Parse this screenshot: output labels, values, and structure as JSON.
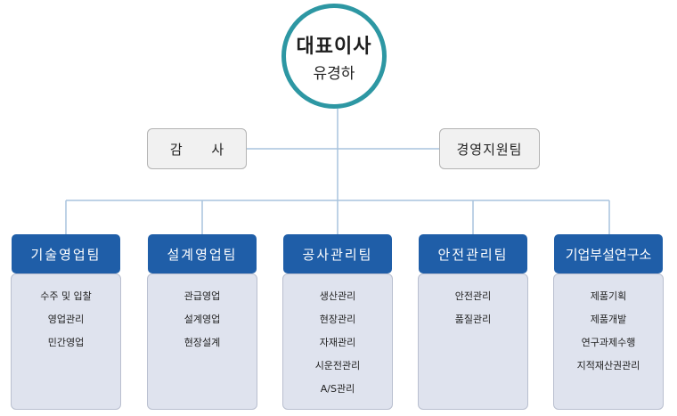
{
  "ceo": {
    "title": "대표이사",
    "name": "유경하"
  },
  "audit": {
    "label": "감 사"
  },
  "management_support": {
    "label": "경영지원팀"
  },
  "teams": [
    {
      "name": "기술영업팀",
      "duties": [
        "수주 및 입찰",
        "영업관리",
        "민간영업"
      ]
    },
    {
      "name": "설계영업팀",
      "duties": [
        "관급영업",
        "설계영업",
        "현장설계"
      ]
    },
    {
      "name": "공사관리팀",
      "duties": [
        "생산관리",
        "현장관리",
        "자재관리",
        "시운전관리",
        "A/S관리"
      ]
    },
    {
      "name": "안전관리팀",
      "duties": [
        "안전관리",
        "품질관리"
      ]
    },
    {
      "name": "기업부설연구소",
      "duties": [
        "제품기획",
        "제품개발",
        "연구과제수행",
        "지적재산권관리"
      ]
    }
  ],
  "colors": {
    "ceo_ring": "#2d97a3",
    "team_header": "#1f5ea8",
    "duty_bg": "#dfe3ee",
    "connector": "#a9c3dd"
  }
}
